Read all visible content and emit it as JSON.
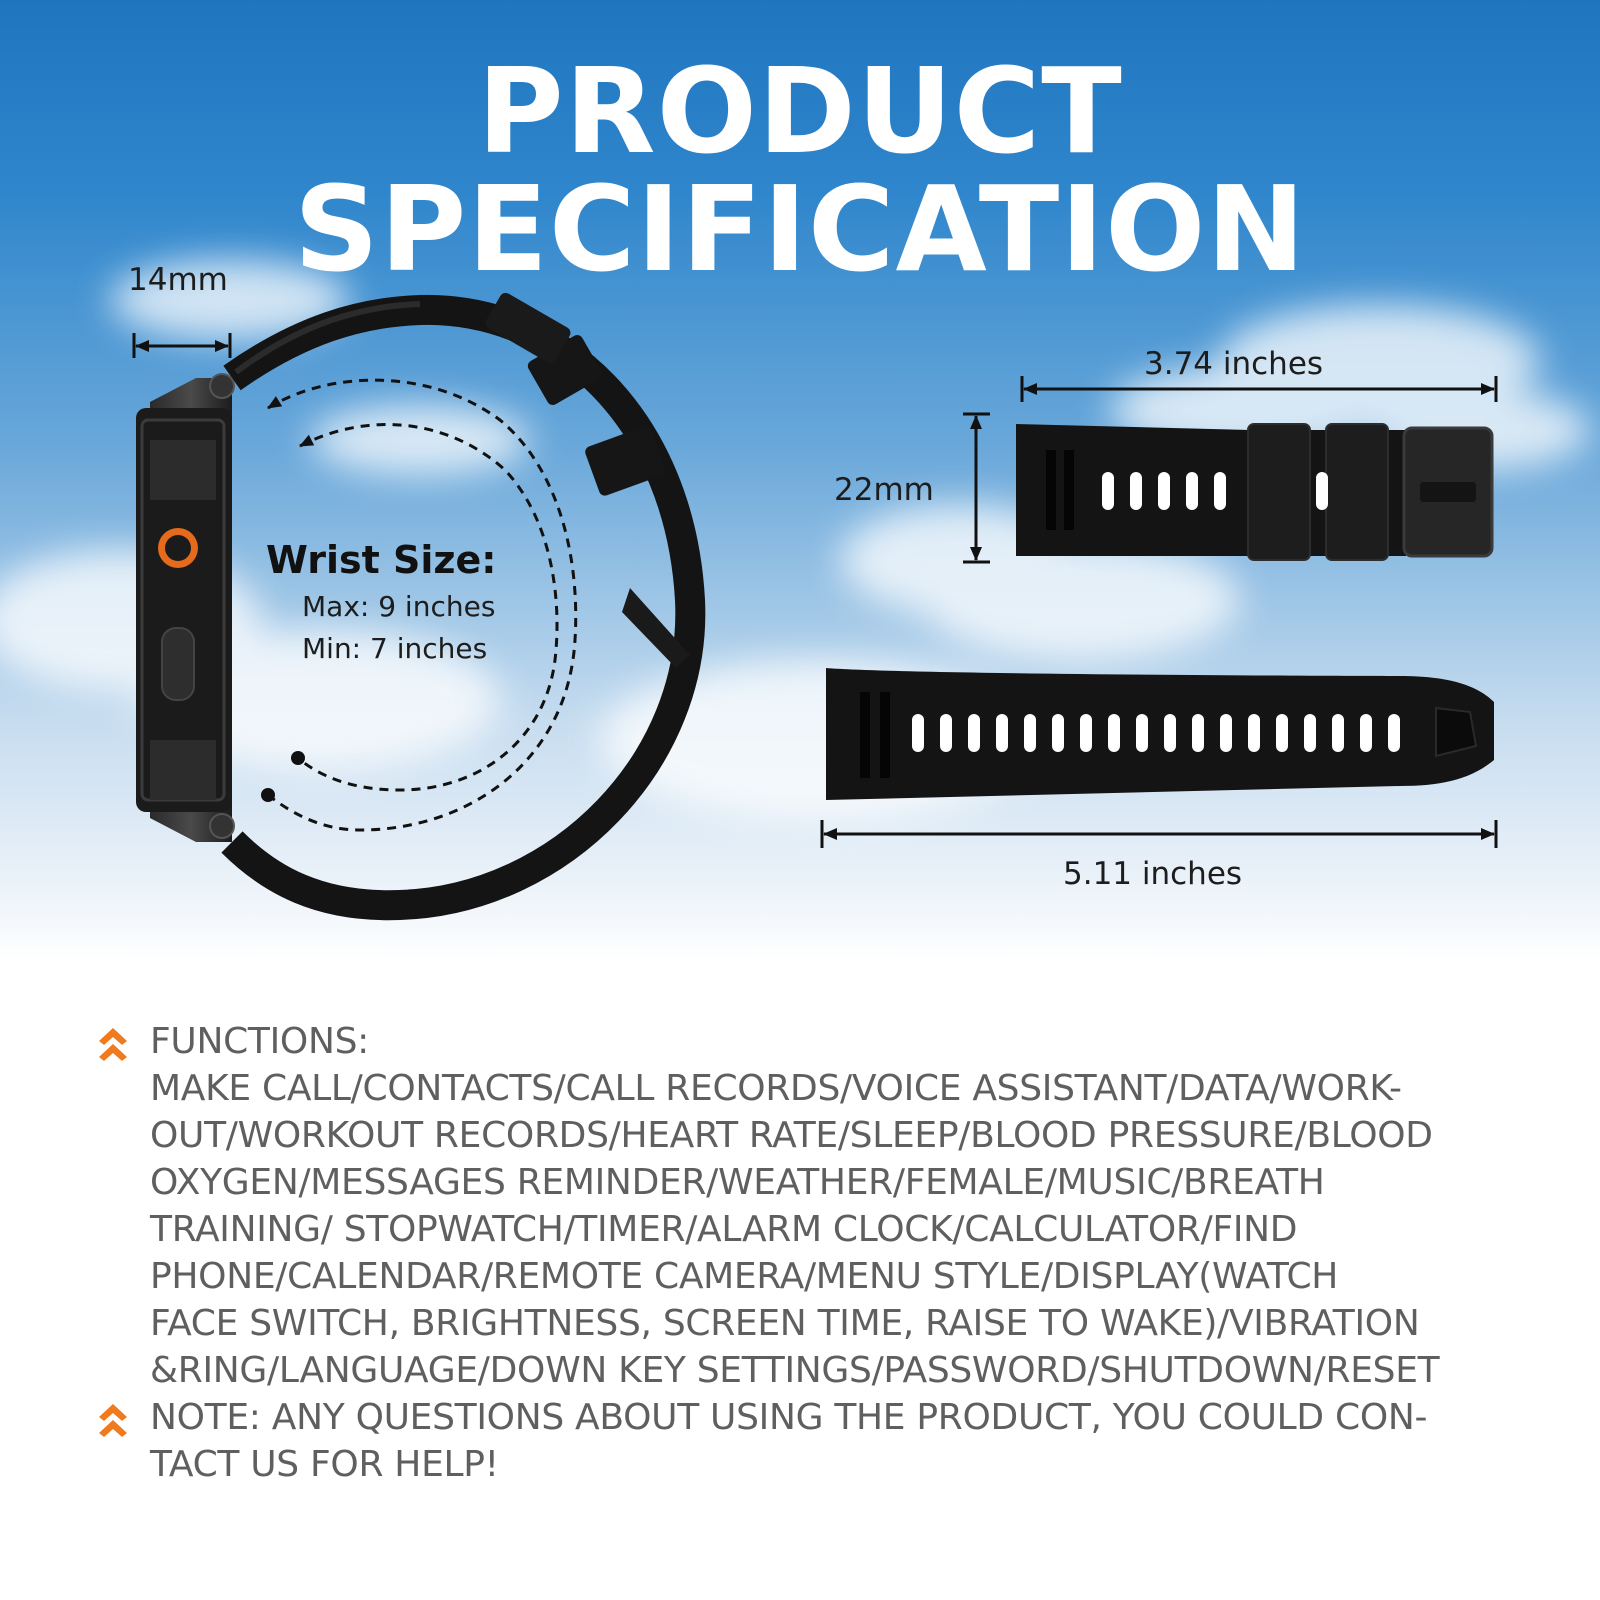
{
  "header": {
    "title": "PRODUCT SPECIFICATION"
  },
  "watch_diagram": {
    "lug_width": "14mm",
    "wrist_title": "Wrist Size:",
    "wrist_max": "Max: 9 inches",
    "wrist_min": "Min: 7 inches"
  },
  "band_diagram": {
    "short_strap_length": "3.74 inches",
    "strap_width": "22mm",
    "long_strap_length": "5.11 inches"
  },
  "functions": {
    "heading": "FUNCTIONS:",
    "lines": [
      "MAKE CALL/CONTACTS/CALL RECORDS/VOICE ASSISTANT/DATA/WORK-",
      "OUT/WORKOUT RECORDS/HEART RATE/SLEEP/BLOOD PRESSURE/BLOOD",
      "OXYGEN/MESSAGES REMINDER/WEATHER/FEMALE/MUSIC/BREATH",
      "TRAINING/ STOPWATCH/TIMER/ALARM CLOCK/CALCULATOR/FIND",
      "PHONE/CALENDAR/REMOTE CAMERA/MENU STYLE/DISPLAY(WATCH",
      "FACE SWITCH, BRIGHTNESS, SCREEN TIME, RAISE TO WAKE)/VIBRATION",
      "&RING/LANGUAGE/DOWN KEY SETTINGS/PASSWORD/SHUTDOWN/RESET"
    ],
    "note_lines": [
      "NOTE: ANY QUESTIONS ABOUT USING THE PRODUCT, YOU COULD CON-",
      "TACT US FOR HELP!"
    ]
  },
  "colors": {
    "accent": "#f07a1e",
    "sky_top": "#1f76bf",
    "text_gray": "#5f5f5f",
    "strap": "#141414"
  },
  "icons": [
    "double-chevron-up-icon"
  ]
}
